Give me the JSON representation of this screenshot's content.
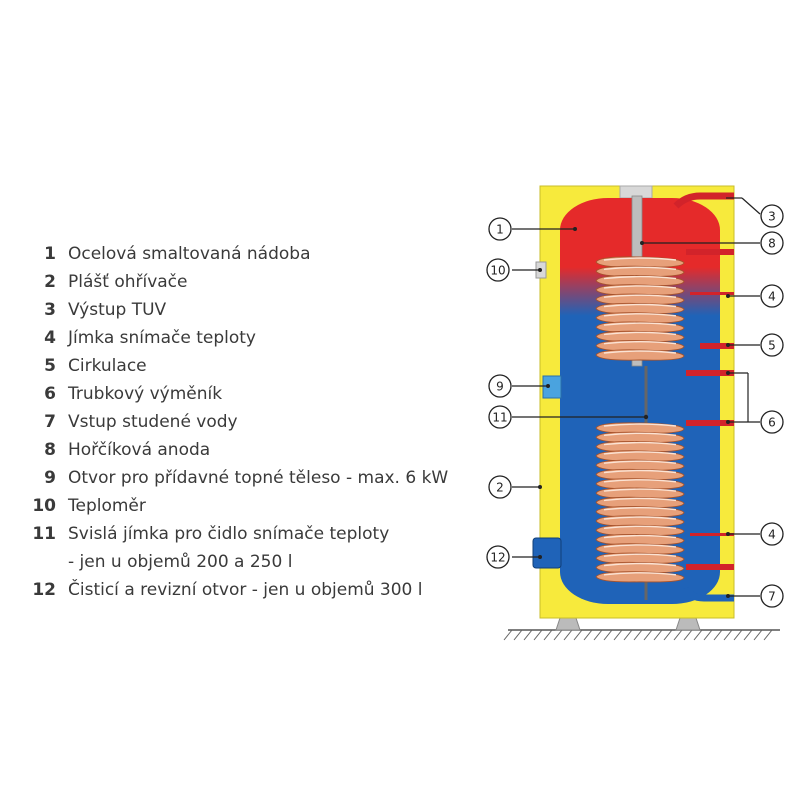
{
  "legend": [
    {
      "num": "1",
      "text": "Ocelová smaltovaná nádoba"
    },
    {
      "num": "2",
      "text": "Plášť ohřívače"
    },
    {
      "num": "3",
      "text": "Výstup TUV"
    },
    {
      "num": "4",
      "text": "Jímka snímače teploty"
    },
    {
      "num": "5",
      "text": "Cirkulace"
    },
    {
      "num": "6",
      "text": "Trubkový výměník"
    },
    {
      "num": "7",
      "text": "Vstup studené vody"
    },
    {
      "num": "8",
      "text": "Hořčíková anoda"
    },
    {
      "num": "9",
      "text": "Otvor pro přídavné topné těleso - max. 6 kW"
    },
    {
      "num": "10",
      "text": "Teploměr"
    },
    {
      "num": "11",
      "text": "Svislá jímka pro čidlo snímače teploty"
    },
    {
      "num": "",
      "text": " - jen u objemů 200 a 250 l"
    },
    {
      "num": "12",
      "text": "Čisticí a revizní otvor - jen u objemů 300 l"
    }
  ],
  "callouts": {
    "c1": "1",
    "c2": "2",
    "c3": "3",
    "c4a": "4",
    "c4b": "4",
    "c5": "5",
    "c6": "6",
    "c7": "7",
    "c8": "8",
    "c9": "9",
    "c10": "10",
    "c11": "11",
    "c12": "12"
  },
  "colors": {
    "jacket": "#f7ea3c",
    "hot": "#e52a2a",
    "cold": "#1f63b8",
    "coil": "#e7a07a",
    "pipe": "#d2232a",
    "anode": "#bdbdbd"
  }
}
